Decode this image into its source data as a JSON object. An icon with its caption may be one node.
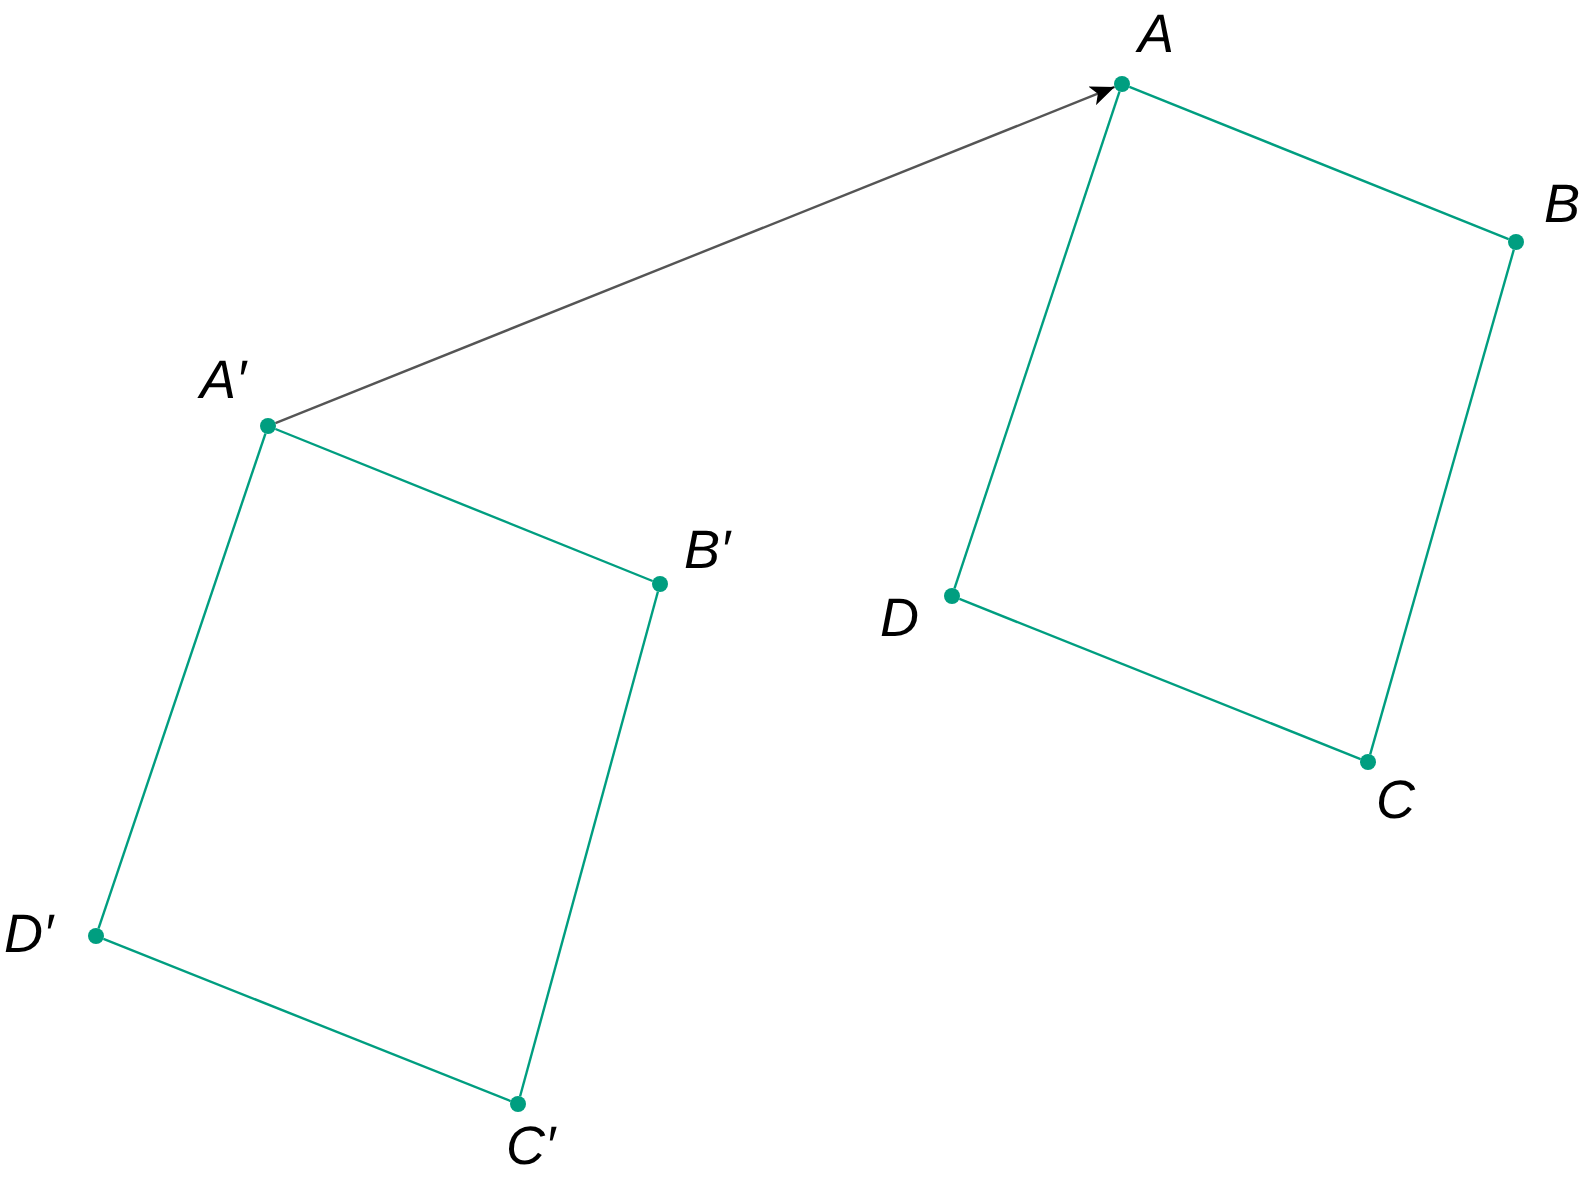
{
  "diagram": {
    "nodes": [
      {
        "text": [
          "A"
        ]
      },
      {
        "text": [
          "B"
        ]
      },
      {
        "text": [
          "C"
        ]
      },
      {
        "text": [
          "D"
        ]
      },
      {
        "text": [
          "A′"
        ]
      },
      {
        "text": [
          "B′"
        ]
      },
      {
        "text": [
          "C′"
        ]
      },
      {
        "text": [
          "D′"
        ]
      }
    ],
    "edges": [
      {
        "from": 0,
        "to": 1,
        "arrow": "none"
      },
      {
        "from": 1,
        "to": 2,
        "arrow": "none"
      },
      {
        "from": 2,
        "to": 3,
        "arrow": "none"
      },
      {
        "from": 3,
        "to": 0,
        "arrow": "none"
      },
      {
        "from": 4,
        "to": 5,
        "arrow": "none"
      },
      {
        "from": 5,
        "to": 6,
        "arrow": "none"
      },
      {
        "from": 6,
        "to": 7,
        "arrow": "none"
      },
      {
        "from": 7,
        "to": 4,
        "arrow": "none"
      },
      {
        "from": 4,
        "to": 0,
        "arrow": "to",
        "color": "#555555"
      }
    ]
  }
}
